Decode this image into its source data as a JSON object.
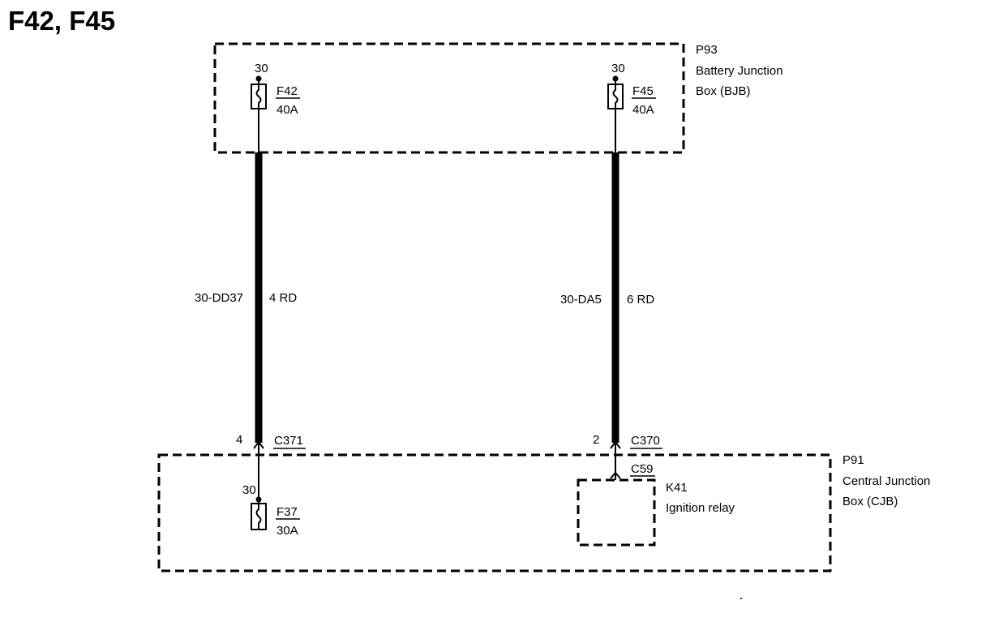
{
  "title": "F42, F45",
  "bjb": {
    "id": "P93",
    "name_line1": "Battery Junction",
    "name_line2": "Box (BJB)"
  },
  "cjb": {
    "id": "P91",
    "name_line1": "Central Junction",
    "name_line2": "Box (CJB)"
  },
  "fuse_f42": {
    "terminal": "30",
    "id": "F42",
    "rating": "40A"
  },
  "fuse_f45": {
    "terminal": "30",
    "id": "F45",
    "rating": "40A"
  },
  "fuse_f37": {
    "terminal": "30",
    "id": "F37",
    "rating": "30A"
  },
  "wire_left": {
    "circuit": "30-DD37",
    "gauge_color": "4 RD"
  },
  "wire_right": {
    "circuit": "30-DA5",
    "gauge_color": "6 RD"
  },
  "connector_left": {
    "pin": "4",
    "id": "C371"
  },
  "connector_right": {
    "pin": "2",
    "id": "C370"
  },
  "relay": {
    "connector": "C59",
    "id": "K41",
    "name": "Ignition relay"
  }
}
